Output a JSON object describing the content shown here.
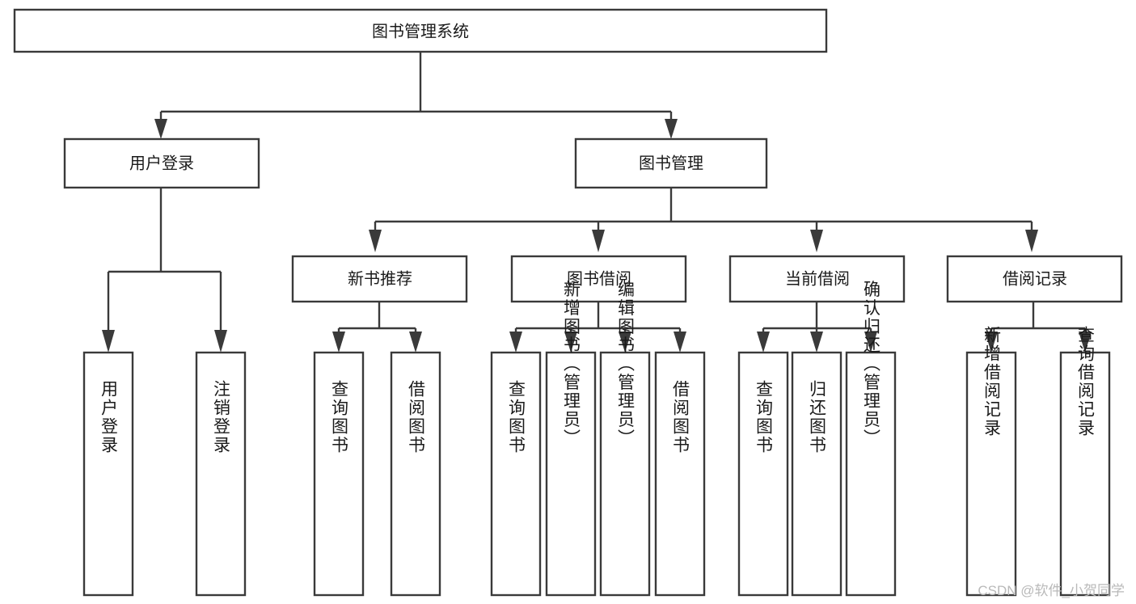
{
  "diagram": {
    "title": "图书管理系统",
    "type": "tree",
    "watermark": "CSDN @软件_小贺同学",
    "colors": {
      "stroke": "#3a3a3a",
      "fill": "#ffffff",
      "text": "#1a1a1a",
      "watermark": "#b9b9b9",
      "background": "#ffffff"
    },
    "levels": {
      "root": {
        "label": "图书管理系统"
      },
      "level2": [
        {
          "label": "用户登录"
        },
        {
          "label": "图书管理"
        }
      ],
      "level3": [
        {
          "label": "新书推荐"
        },
        {
          "label": "图书借阅"
        },
        {
          "label": "当前借阅"
        },
        {
          "label": "借阅记录"
        }
      ],
      "leaves": [
        {
          "label": "用户登录",
          "parent": "用户登录"
        },
        {
          "label": "注销登录",
          "parent": "用户登录"
        },
        {
          "label": "查询图书",
          "parent": "新书推荐"
        },
        {
          "label": "借阅图书",
          "parent": "新书推荐"
        },
        {
          "label": "查询图书",
          "parent": "图书借阅"
        },
        {
          "label": "新增图书（管理员）",
          "parent": "图书借阅"
        },
        {
          "label": "编辑图书（管理员）",
          "parent": "图书借阅"
        },
        {
          "label": "借阅图书",
          "parent": "图书借阅"
        },
        {
          "label": "查询图书",
          "parent": "当前借阅"
        },
        {
          "label": "归还图书",
          "parent": "当前借阅"
        },
        {
          "label": "确认归还（管理员）",
          "parent": "当前借阅"
        },
        {
          "label": "新增借阅记录",
          "parent": "借阅记录"
        },
        {
          "label": "查询借阅记录",
          "parent": "借阅记录"
        }
      ]
    }
  }
}
